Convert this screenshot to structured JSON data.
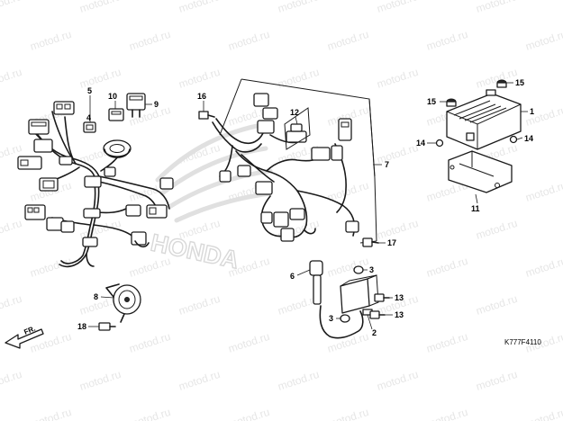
{
  "callouts": [
    {
      "id": "c1",
      "label": "1"
    },
    {
      "id": "c2",
      "label": "2"
    },
    {
      "id": "c3a",
      "label": "3"
    },
    {
      "id": "c3b",
      "label": "3"
    },
    {
      "id": "c4",
      "label": "4"
    },
    {
      "id": "c5",
      "label": "5"
    },
    {
      "id": "c6",
      "label": "6"
    },
    {
      "id": "c7",
      "label": "7"
    },
    {
      "id": "c8",
      "label": "8"
    },
    {
      "id": "c9",
      "label": "9"
    },
    {
      "id": "c10",
      "label": "10"
    },
    {
      "id": "c11",
      "label": "11"
    },
    {
      "id": "c12",
      "label": "12"
    },
    {
      "id": "c13a",
      "label": "13"
    },
    {
      "id": "c13b",
      "label": "13"
    },
    {
      "id": "c14a",
      "label": "14"
    },
    {
      "id": "c14b",
      "label": "14"
    },
    {
      "id": "c15a",
      "label": "15"
    },
    {
      "id": "c15b",
      "label": "15"
    },
    {
      "id": "c16",
      "label": "16"
    },
    {
      "id": "c17",
      "label": "17"
    },
    {
      "id": "c18",
      "label": "18"
    }
  ],
  "front_marker": "FR.",
  "diagram_code": "K777F4110",
  "watermark": "motod.ru",
  "brand_watermark": "HONDA",
  "colors": {
    "line": "#1a1a1a",
    "watermark": "#e6e6e6",
    "background": "#ffffff"
  }
}
